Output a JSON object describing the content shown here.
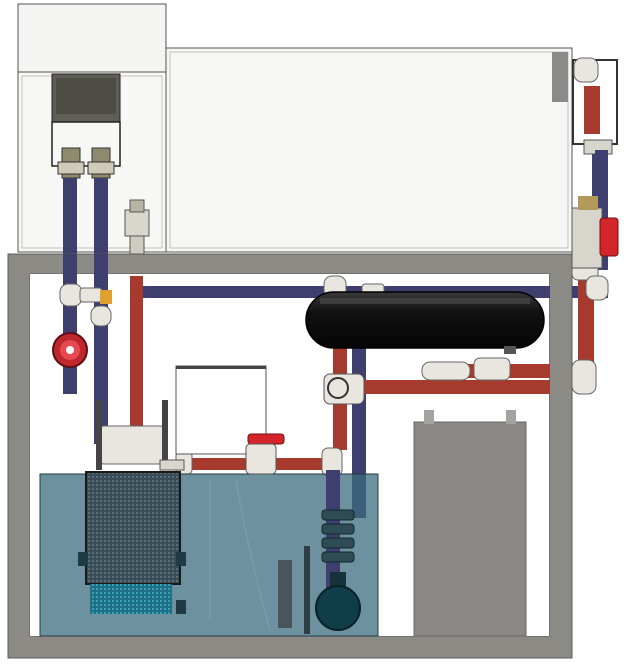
{
  "diagram": {
    "view": "front",
    "components": [
      "display-tank",
      "overflow-box",
      "standpipes",
      "stand-cabinet",
      "sump",
      "filter-sock-housing",
      "return-pump",
      "heater-tank",
      "return-plumbing",
      "drain-plumbing",
      "gate-valve",
      "ball-valves",
      "union-fittings",
      "auxiliary-container"
    ],
    "colors": {
      "drain_pipe": "#3e3f6e",
      "return_pipe": "#a73a2f",
      "pvc_fitting": "#e9e6df",
      "cabinet_frame": "#8c8a85",
      "sump_water": "#3c6c7e",
      "heater_tank": "#111111",
      "valve_red": "#d3252a",
      "brass_accent": "#e0a030",
      "aux_box": "#8a8884"
    }
  }
}
